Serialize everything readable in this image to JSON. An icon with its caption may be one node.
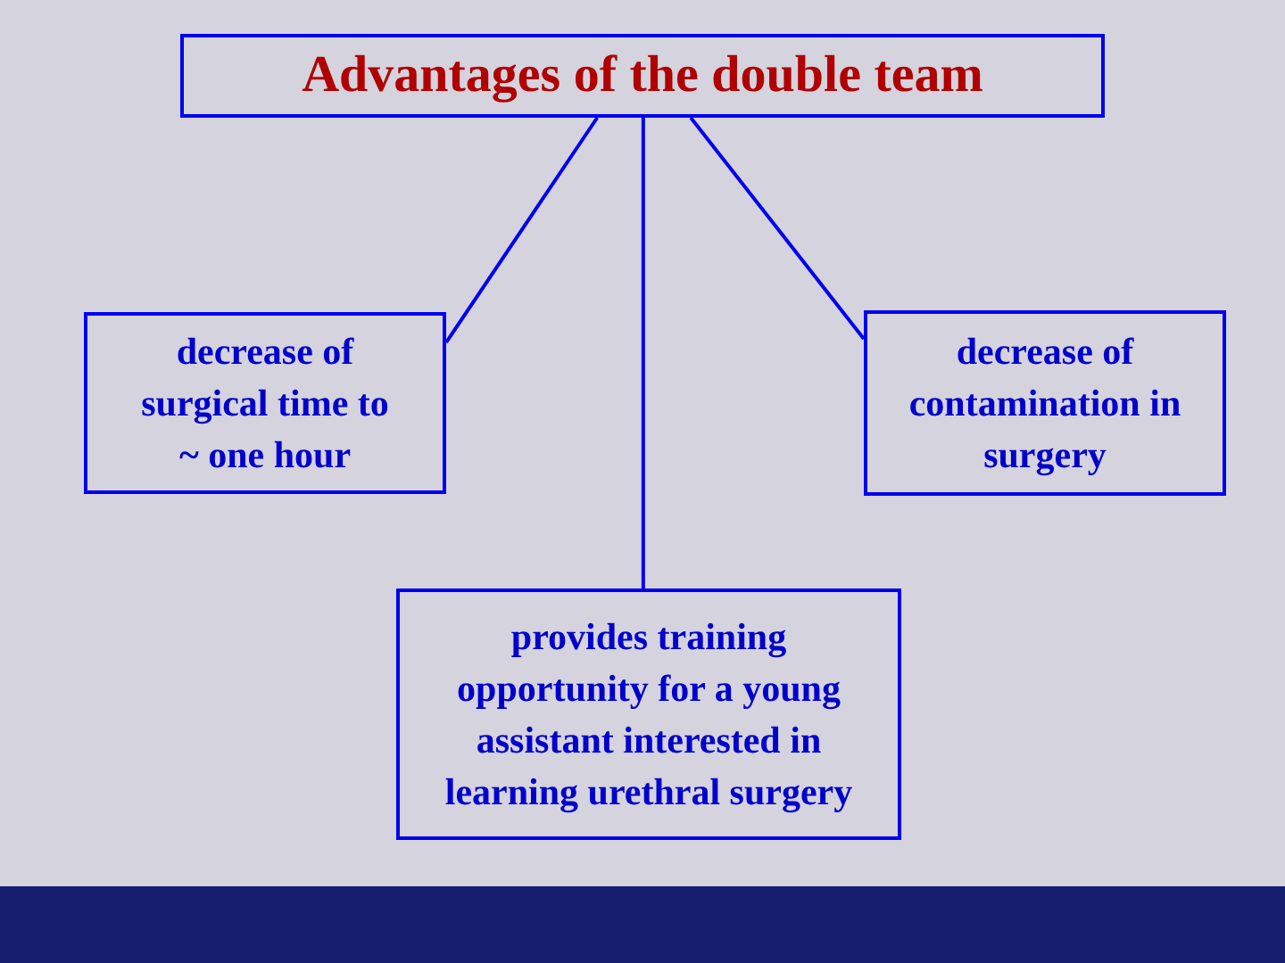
{
  "diagram": {
    "title": "Advantages of the double team",
    "nodes": [
      {
        "text": [
          "decrease of surgical time to  ~ one hour"
        ]
      },
      {
        "text": [
          "provides training opportunity for a young assistant interested in learning urethral surgery"
        ]
      },
      {
        "text": [
          "decrease of contamination in surgery"
        ]
      },
      {
        "text": [],
        "shape": "box"
      }
    ],
    "edges": [
      {
        "from": 3,
        "to": 0,
        "arrow": "none"
      },
      {
        "from": 3,
        "to": 1,
        "arrow": "none"
      },
      {
        "from": 3,
        "to": 2,
        "arrow": "none"
      }
    ]
  }
}
